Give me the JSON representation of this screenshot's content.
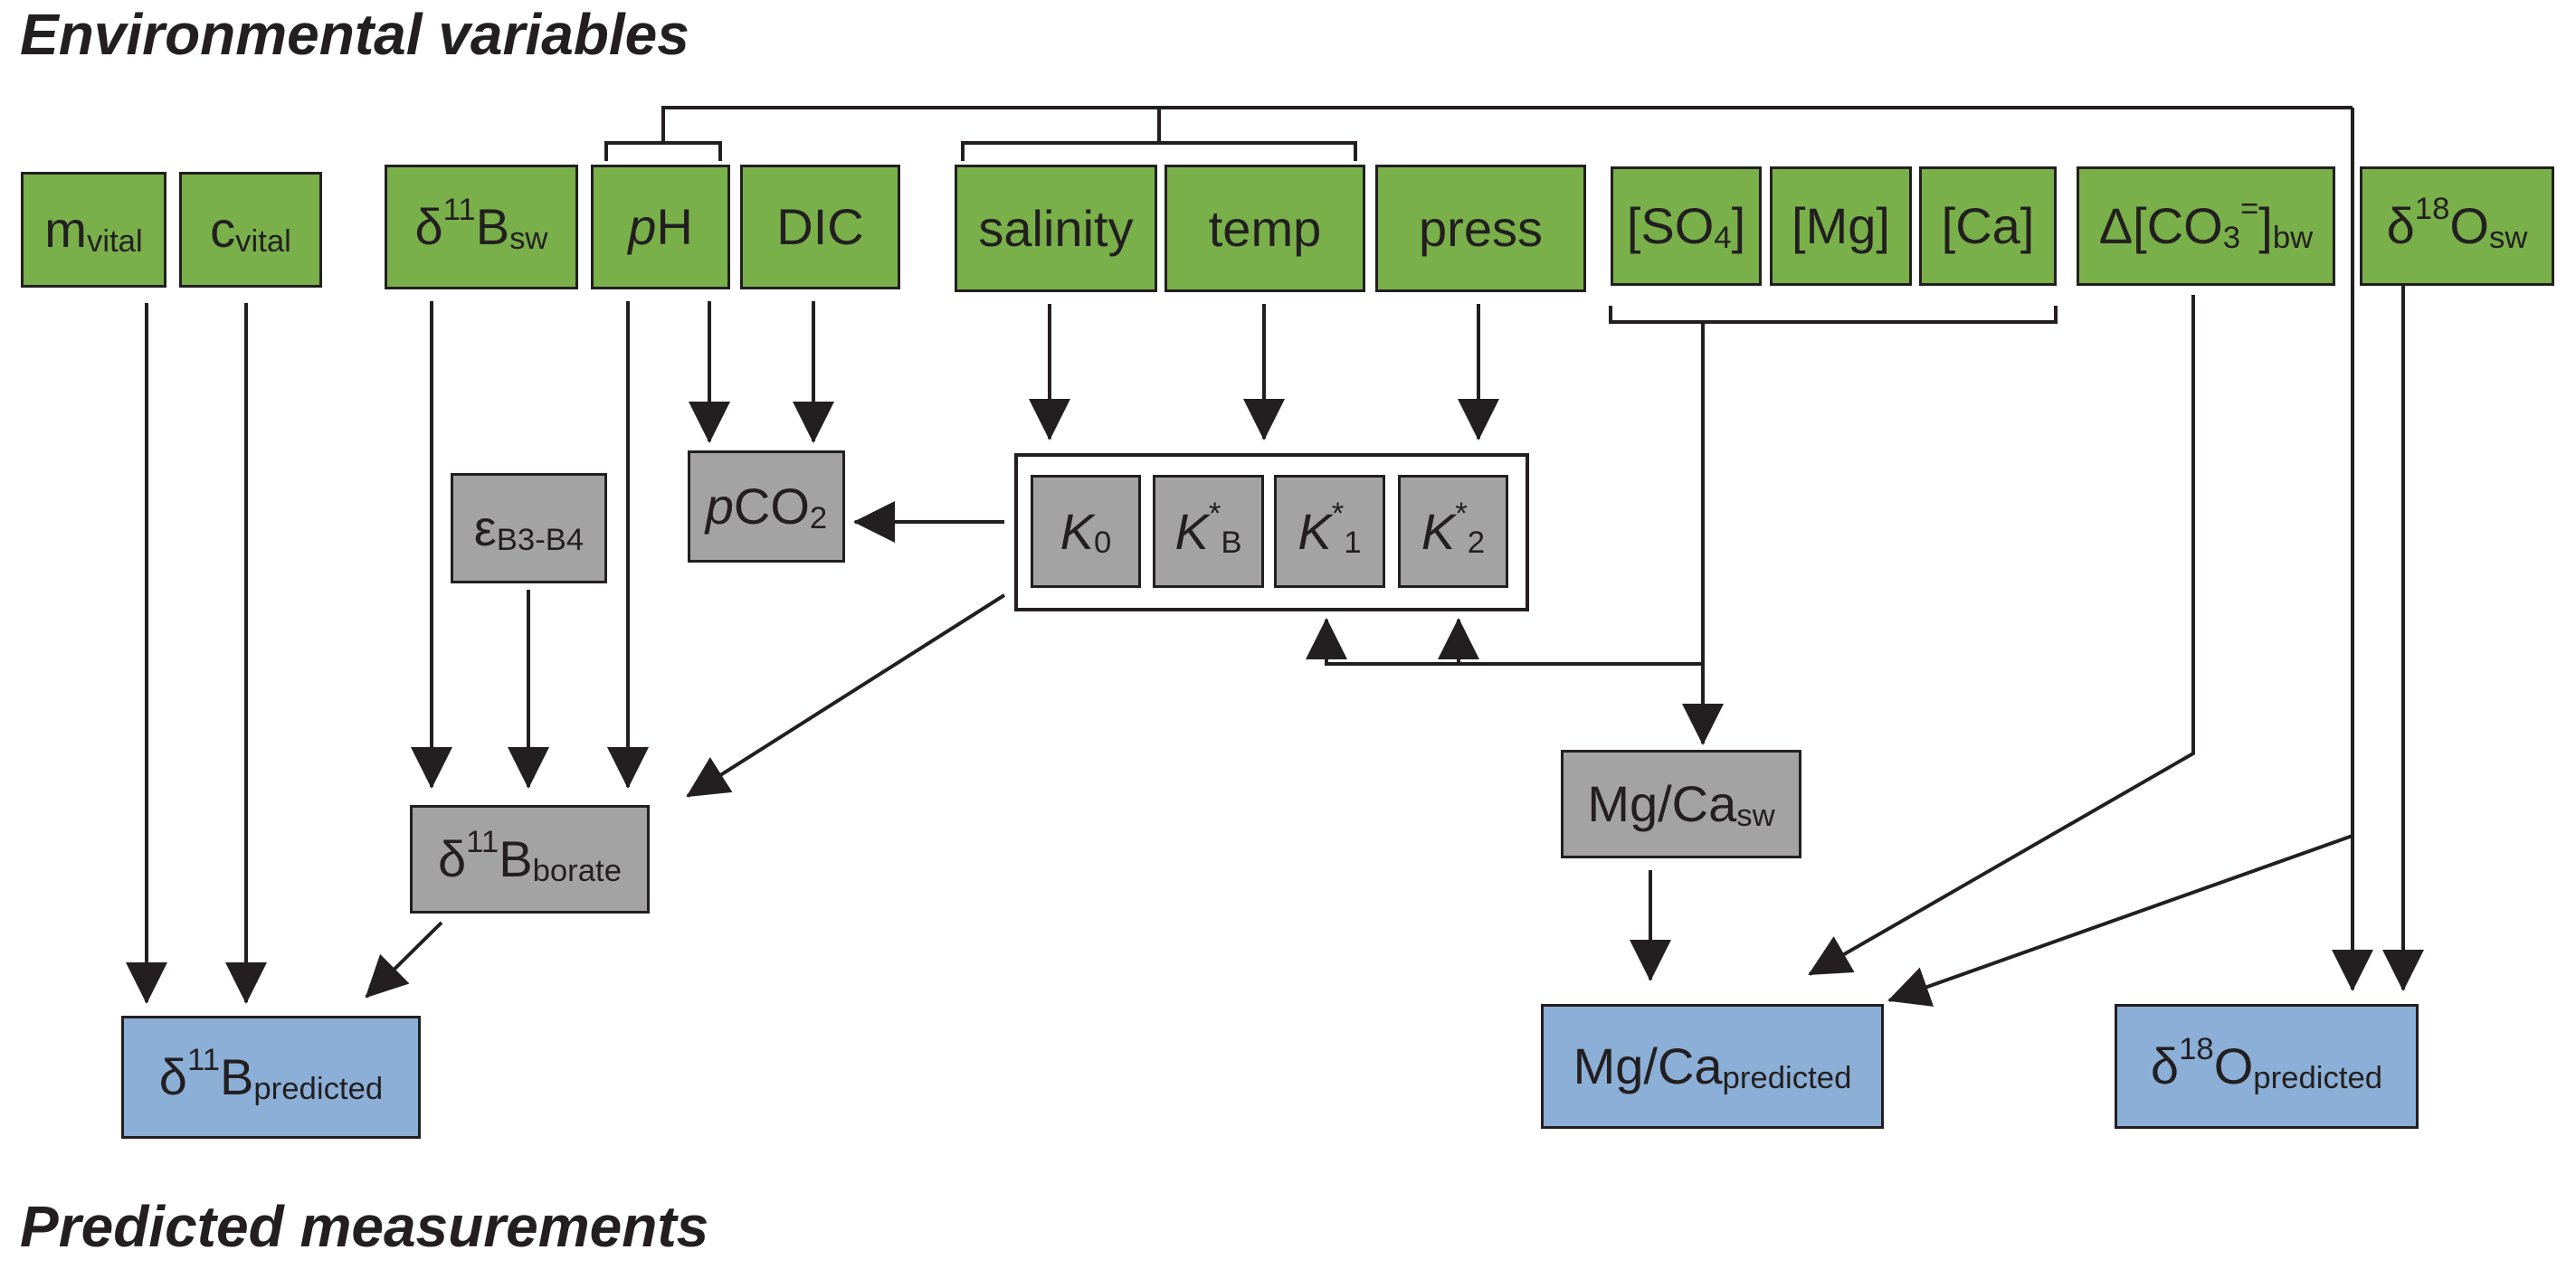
{
  "headings": {
    "environmental": "Environmental variables",
    "predicted": "Predicted measurements"
  },
  "colors": {
    "environmental_box": "#79b04a",
    "calculated_box": "#a3a3a3",
    "predicted_box": "#8bafd6",
    "line": "#231f20"
  },
  "environmental_variables": {
    "m_vital": {
      "main": "m",
      "sub": "vital"
    },
    "c_vital": {
      "main": "c",
      "sub": "vital"
    },
    "d11b_sw": {
      "pre": "δ",
      "sup": "11",
      "main": "B",
      "sub": "sw"
    },
    "ph": {
      "italic": "p",
      "main": "H"
    },
    "dic": {
      "main": "DIC"
    },
    "salinity": {
      "main": "salinity"
    },
    "temp": {
      "main": "temp"
    },
    "press": {
      "main": "press"
    },
    "so4": {
      "main": "[SO",
      "sub": "4",
      "post": "]"
    },
    "mg": {
      "main": "[Mg]"
    },
    "ca": {
      "main": "[Ca]"
    },
    "dco3_bw": {
      "main": "Δ[CO",
      "sub1": "3",
      "sup": "=",
      "post": "]",
      "sub2": "bw"
    },
    "d18o_sw": {
      "pre": "δ",
      "sup": "18",
      "main": "O",
      "sub": "sw"
    }
  },
  "intermediate_variables": {
    "eps_b3_b4": {
      "main": "ε",
      "sub": "B3-B4"
    },
    "pco2": {
      "italic": "p",
      "main": "CO",
      "sub": "2"
    },
    "k0": {
      "italic": "K",
      "sub": "0"
    },
    "kb": {
      "italic": "K",
      "sup": "*",
      "sub": "B"
    },
    "k1": {
      "italic": "K",
      "sup": "*",
      "sub": "1"
    },
    "k2": {
      "italic": "K",
      "sup": "*",
      "sub": "2"
    },
    "d11b_borate": {
      "pre": "δ",
      "sup": "11",
      "main": "B",
      "sub": "borate"
    },
    "mgca_sw": {
      "main": "Mg/Ca",
      "sub": "sw"
    }
  },
  "predicted_measurements": {
    "d11b_predicted": {
      "pre": "δ",
      "sup": "11",
      "main": "B",
      "sub": "predicted"
    },
    "mgca_predicted": {
      "main": "Mg/Ca",
      "sub": "predicted"
    },
    "d18o_predicted": {
      "pre": "δ",
      "sup": "18",
      "main": "O",
      "sub": "predicted"
    }
  }
}
